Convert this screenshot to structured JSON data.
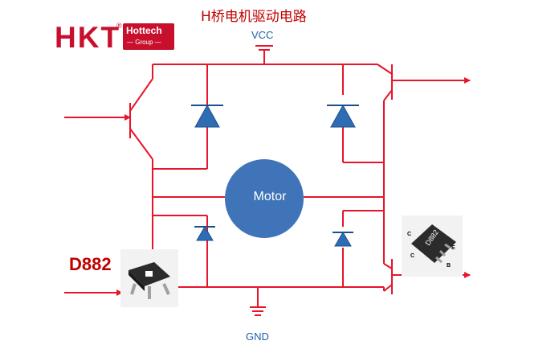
{
  "title": "H桥电机驱动电路",
  "supply_label": "VCC",
  "ground_label": "GND",
  "motor_label": "Motor",
  "part_label": "D882",
  "logo": {
    "main": "HKT",
    "registered": "®",
    "name": "Hottech",
    "group": "— Group —"
  },
  "chip_marking": "D882",
  "pin_labels": [
    "C",
    "C",
    "E",
    "B"
  ],
  "colors": {
    "wire": "#e8142a",
    "diode": "#2e6cb4",
    "motor": "#3f74b8",
    "label_blue": "#1f5fa8",
    "logo_red": "#c8102e"
  }
}
